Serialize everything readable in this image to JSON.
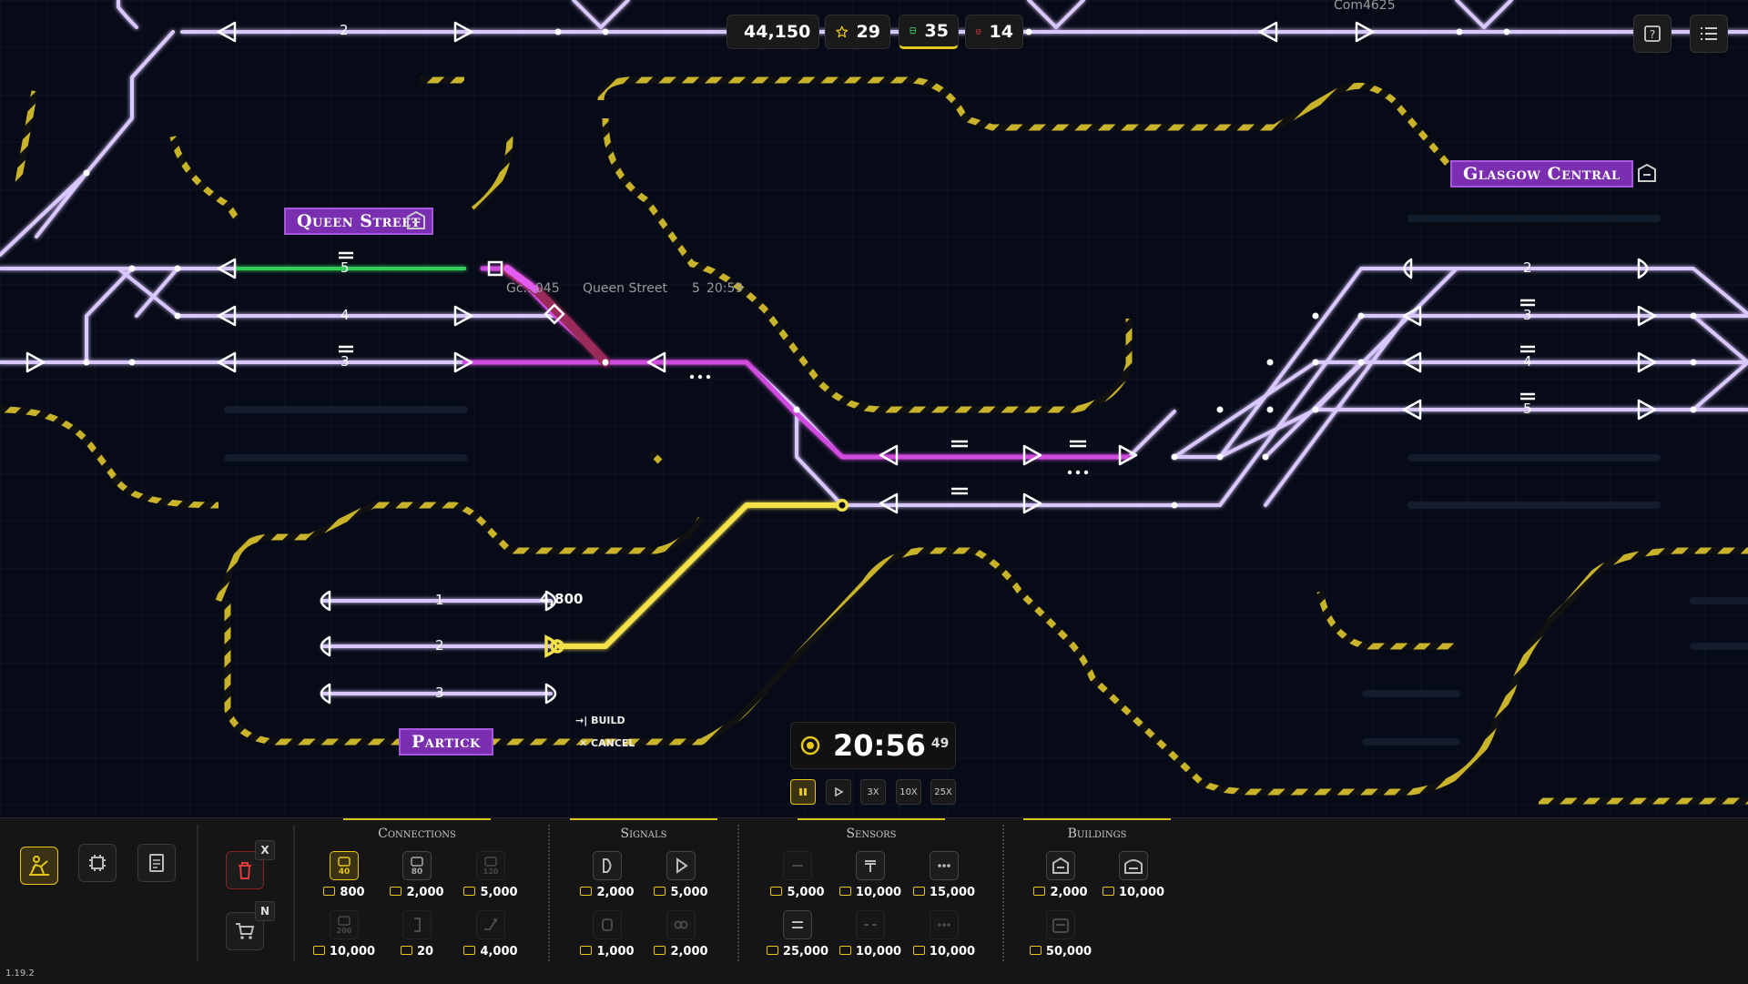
{
  "hud": {
    "money": "44,150",
    "stars": "29",
    "trains_green": "35",
    "trains_red": "14",
    "top_track_label": "2",
    "top_train_partial": "Com4625"
  },
  "stations": {
    "queen_street": "Queen Street",
    "glasgow_central": "Glasgow Central",
    "partick": "Partick"
  },
  "tracks": {
    "qs": [
      "5",
      "4",
      "3"
    ],
    "gc": [
      "2",
      "3",
      "4",
      "5"
    ],
    "partick": [
      "1",
      "2",
      "3"
    ],
    "length_label": "4,800"
  },
  "train_info": {
    "id": "Gc...045",
    "destination": "Queen Street",
    "platform": "5",
    "time": "20:59"
  },
  "hints": {
    "build": "BUILD",
    "cancel": "CANCEL"
  },
  "clock": {
    "time": "20:56",
    "seconds": "49",
    "speeds": [
      "3X",
      "10X",
      "25X"
    ]
  },
  "toolbar": {
    "delete_key": "X",
    "shop_key": "N"
  },
  "categories": {
    "connections": {
      "title": "Connections",
      "items": [
        {
          "icon": "platform-40-icon",
          "badge": "40",
          "cost": "800"
        },
        {
          "icon": "platform-80-icon",
          "badge": "80",
          "cost": "2,000"
        },
        {
          "icon": "platform-120-icon",
          "badge": "120",
          "cost": "5,000"
        },
        {
          "icon": "platform-200-icon",
          "badge": "200",
          "cost": "10,000"
        },
        {
          "icon": "buffer-stop-icon",
          "badge": "",
          "cost": "20"
        },
        {
          "icon": "crossover-icon",
          "badge": "",
          "cost": "4,000"
        }
      ]
    },
    "signals": {
      "title": "Signals",
      "items": [
        {
          "icon": "path-signal-icon",
          "cost": "2,000"
        },
        {
          "icon": "block-signal-icon",
          "cost": "5,000"
        },
        {
          "icon": "chain-signal-icon",
          "cost": "1,000"
        },
        {
          "icon": "loop-signal-icon",
          "cost": "2,000"
        }
      ]
    },
    "sensors": {
      "title": "Sensors",
      "items": [
        {
          "icon": "sensor-dash-icon",
          "cost": "5,000"
        },
        {
          "icon": "sensor-stop-icon",
          "cost": "10,000"
        },
        {
          "icon": "sensor-dots-icon",
          "cost": "15,000"
        },
        {
          "icon": "sensor-double-icon",
          "cost": "25,000"
        },
        {
          "icon": "sensor-dash2-icon",
          "cost": "10,000"
        },
        {
          "icon": "sensor-dots2-icon",
          "cost": "10,000"
        }
      ]
    },
    "buildings": {
      "title": "Buildings",
      "items": [
        {
          "icon": "small-station-icon",
          "cost": "2,000"
        },
        {
          "icon": "large-station-icon",
          "cost": "10,000"
        },
        {
          "icon": "depot-icon",
          "cost": "50,000"
        }
      ]
    }
  },
  "version": "1.19.2",
  "colors": {
    "track": "#d9c8ff",
    "accent": "#e6c619",
    "station": "#7a2fb0",
    "background": "#070b18"
  }
}
